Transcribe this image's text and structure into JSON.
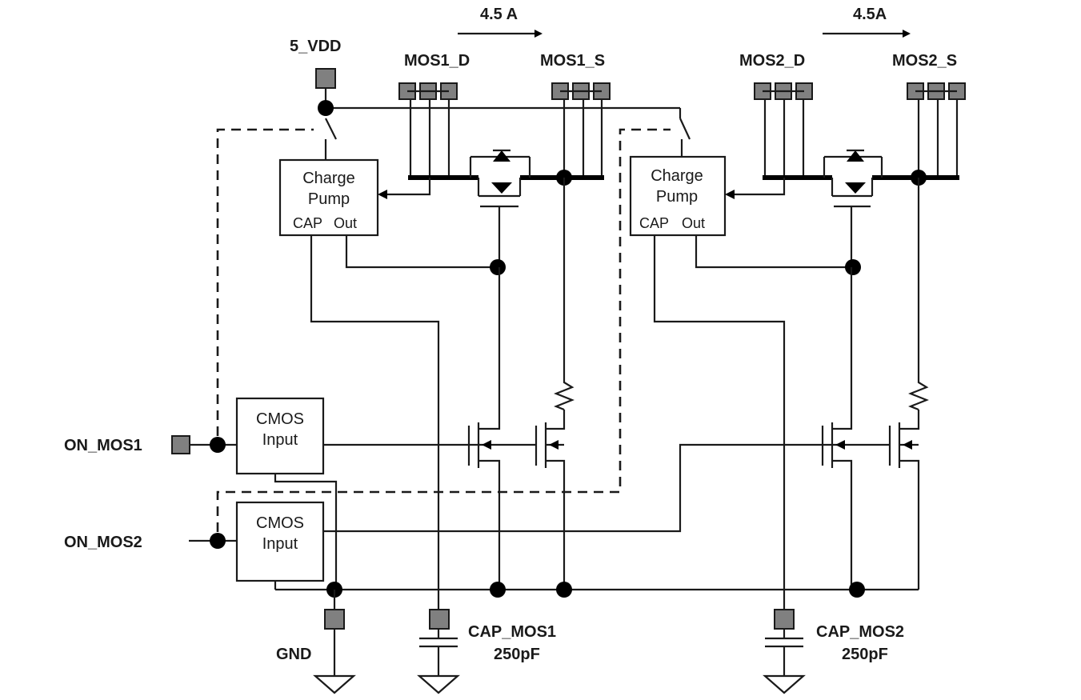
{
  "pins": {
    "vdd": "5_VDD",
    "mos1_d": "MOS1_D",
    "mos1_s": "MOS1_S",
    "mos2_d": "MOS2_D",
    "mos2_s": "MOS2_S",
    "on_mos1": "ON_MOS1",
    "on_mos2": "ON_MOS2",
    "gnd": "GND",
    "cap_mos1": "CAP_MOS1",
    "cap_mos2": "CAP_MOS2"
  },
  "currents": {
    "ch1": "4.5 A",
    "ch2": "4.5A"
  },
  "capacitors": {
    "c1_value": "250pF",
    "c2_value": "250pF"
  },
  "blocks": {
    "charge_pump_line1": "Charge",
    "charge_pump_line2": "Pump",
    "charge_pump_cap": "CAP",
    "charge_pump_out": "Out",
    "cmos_line1": "CMOS",
    "cmos_line2": "Input"
  }
}
